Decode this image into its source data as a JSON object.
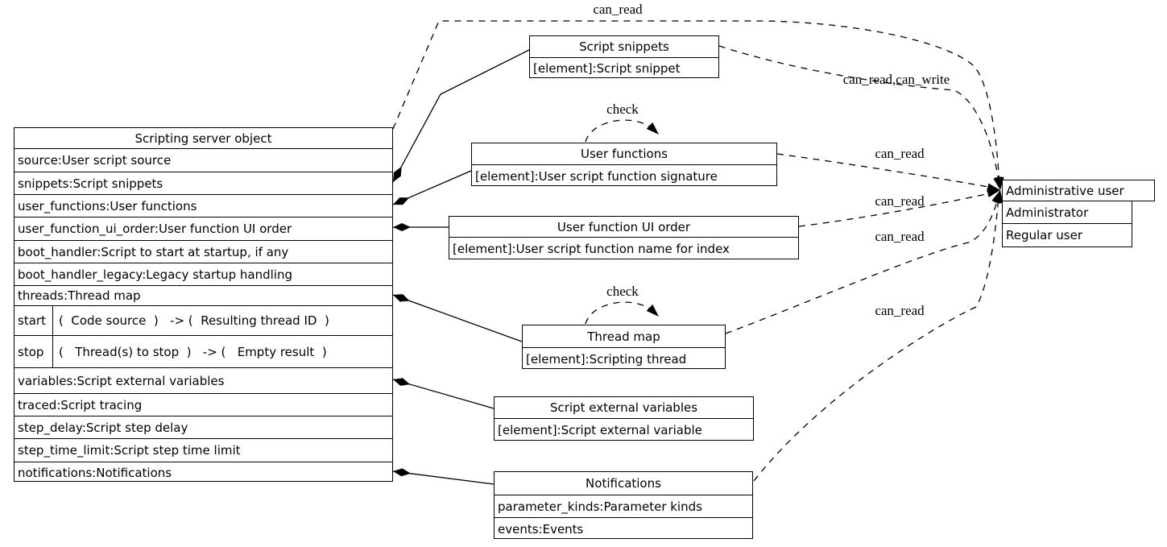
{
  "diagram": {
    "nodes": {
      "server": {
        "title": "Scripting server object",
        "rows_top": [
          "source:User script source",
          "snippets:Script snippets",
          "user_functions:User functions",
          "user_function_ui_order:User function UI order",
          "boot_handler:Script to start at startup, if any",
          "boot_handler_legacy:Legacy startup handling",
          "threads:Thread map"
        ],
        "methods": [
          {
            "name": "start",
            "signature": "(  Code source  )   -> (  Resulting thread ID  )"
          },
          {
            "name": "stop",
            "signature": "(   Thread(s) to stop  )   -> (   Empty result  )"
          }
        ],
        "rows_bottom": [
          "variables:Script external variables",
          "traced:Script tracing",
          "step_delay:Script step delay",
          "step_time_limit:Script step time limit",
          "notifications:Notifications"
        ]
      },
      "snippets": {
        "title": "Script snippets",
        "rows": [
          "[element]:Script snippet"
        ]
      },
      "user_functions": {
        "title": "User functions",
        "rows": [
          "[element]:User script function signature"
        ]
      },
      "ui_order": {
        "title": "User function UI order",
        "rows": [
          "[element]:User script function name for index"
        ]
      },
      "thread_map": {
        "title": "Thread map",
        "rows": [
          "[element]:Scripting thread"
        ]
      },
      "variables": {
        "title": "Script external variables",
        "rows": [
          "[element]:Script external variable"
        ]
      },
      "notifications": {
        "title": "Notifications",
        "rows": [
          "parameter_kinds:Parameter kinds",
          "events:Events"
        ]
      },
      "admin": {
        "title": "Administrative user",
        "rows": [
          "Administrator",
          "Regular user"
        ]
      }
    },
    "edge_labels": {
      "server_admin": "can_read",
      "snippets_admin": "can_read,can_write",
      "user_functions_admin": "can_read",
      "ui_order_admin": "can_read",
      "thread_map_admin": "can_read",
      "notifications_admin": "can_read",
      "check_user_functions": "check",
      "check_thread_map": "check"
    },
    "colors": {
      "line": "#000000",
      "background": "#ffffff",
      "text": "#000000"
    }
  }
}
